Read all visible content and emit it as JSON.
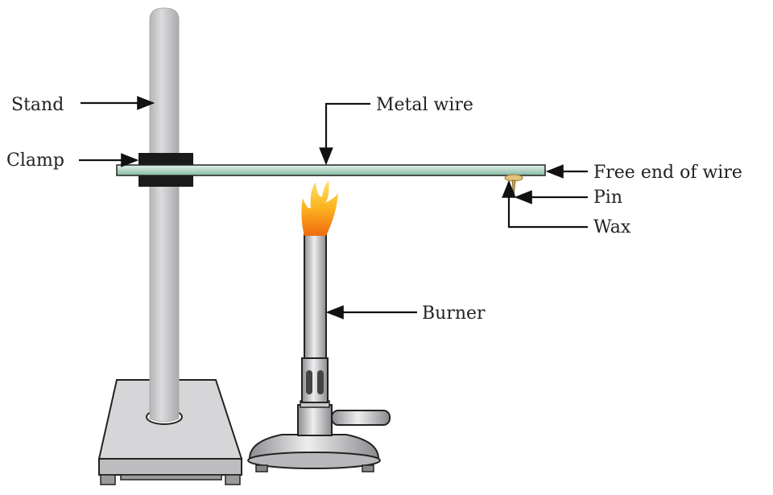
{
  "diagram": {
    "labels": {
      "stand": "Stand",
      "clamp": "Clamp",
      "metal_wire": "Metal wire",
      "free_end": "Free end of wire",
      "pin": "Pin",
      "wax": "Wax",
      "burner": "Burner"
    },
    "colors": {
      "wire": "#a9d3c0",
      "clamp": "#1a1a1a",
      "stand": "#c8c8ca",
      "flame": "#f7a21b",
      "wax": "#e2c27a"
    }
  }
}
